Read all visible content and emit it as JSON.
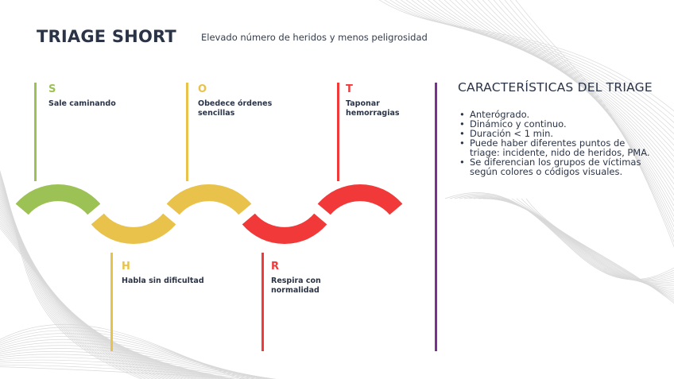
{
  "title": "TRIAGE SHORT",
  "subtitle": "Elevado número de heridos y menos peligrosidad",
  "colors": {
    "green": "#9cc256",
    "yellow": "#e8c24a",
    "red": "#f2393a",
    "purple": "#7b2f8e",
    "text": "#2b3447"
  },
  "steps": [
    {
      "letter": "S",
      "label": "Sale caminando",
      "color": "#9cc256"
    },
    {
      "letter": "H",
      "label": "Habla sin dificultad",
      "color": "#e8c24a"
    },
    {
      "letter": "O",
      "label": "Obedece órdenes sencillas",
      "color": "#e8c24a"
    },
    {
      "letter": "R",
      "label": "Respira con normalidad",
      "color": "#f2393a"
    },
    {
      "letter": "T",
      "label": "Taponar hemorragias",
      "color": "#f2393a"
    }
  ],
  "characteristics": {
    "title": "CARACTERÍSTICAS DEL TRIAGE",
    "items": [
      "Anterógrado.",
      "Dinámico y continuo.",
      "Duración < 1 min.",
      "Puede haber diferentes puntos de triage: incidente, nido de heridos, PMA.",
      "Se diferencian los grupos de víctimas según colores o códigos visuales."
    ]
  }
}
